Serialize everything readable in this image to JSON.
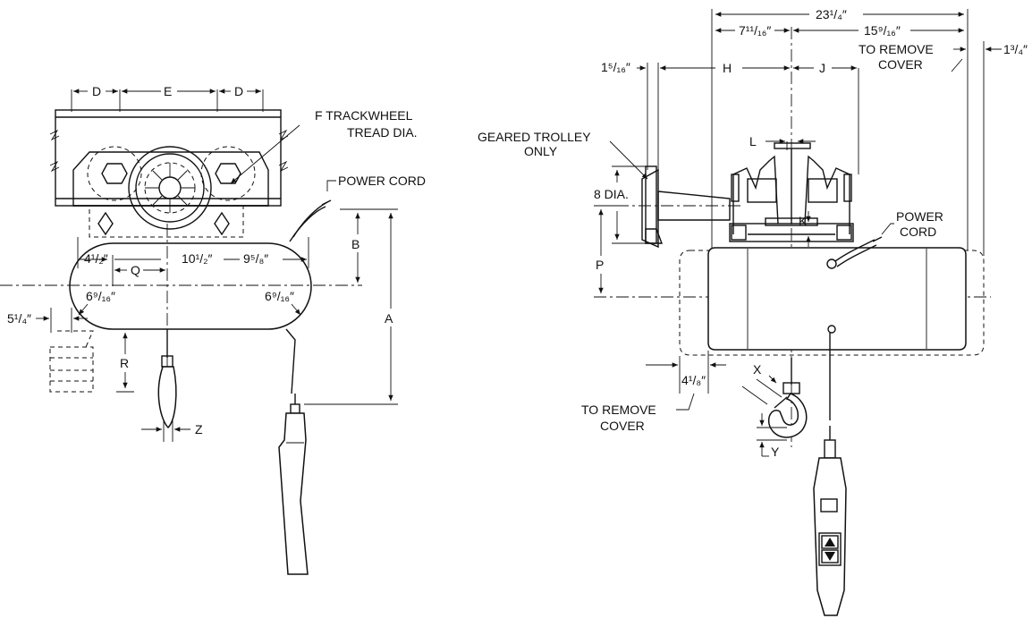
{
  "left_view": {
    "dims": {
      "d_left": "D",
      "e": "E",
      "d_right": "D",
      "b": "B",
      "a": "A",
      "q": "Q",
      "r": "R",
      "z": "Z",
      "d_4_1_2": "4¹/₂″",
      "d_10_1_2": "10¹/₂″",
      "d_9_5_8": "9⁵/₈″",
      "d_6_9_16_left": "6⁹/₁₆″",
      "d_6_9_16_right": "6⁹/₁₆″",
      "d_5_1_4": "5¹/₄″"
    },
    "notes": {
      "f_line1": "F  TRACKWHEEL",
      "f_line2": "TREAD DIA.",
      "power_cord": "POWER CORD"
    }
  },
  "right_view": {
    "dims": {
      "d_23_1_4": "23¹/₄″",
      "d_7_11_16": "7¹¹/₁₆″",
      "d_15_9_16": "15⁹/₁₆″",
      "d_1_3_4": "1³/₄″",
      "d_1_5_16": "1⁵/₁₆″",
      "h": "H",
      "j": "J",
      "l": "L",
      "k": "K",
      "p": "P",
      "x": "X",
      "y": "Y",
      "d_8_dia": "8 DIA.",
      "d_4_1_8": "4¹/₈″"
    },
    "notes": {
      "remove_cover_top_1": "TO REMOVE",
      "remove_cover_top_2": "COVER",
      "geared_1": "GEARED TROLLEY",
      "geared_2": "ONLY",
      "power_1": "POWER",
      "power_2": "CORD",
      "remove_cover_bot_1": "TO REMOVE",
      "remove_cover_bot_2": "COVER"
    }
  },
  "icons": [
    "arrow-up-icon",
    "arrow-down-icon"
  ]
}
